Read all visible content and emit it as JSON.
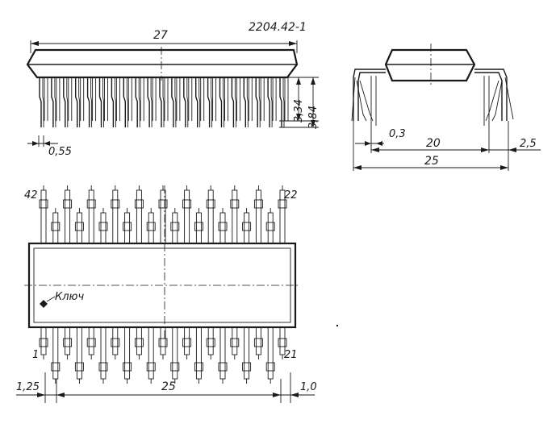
{
  "title": "2204.42-1",
  "side_view": {
    "length_label": "27",
    "lead_height_a": "3,34",
    "lead_height_b": "3,84",
    "lead_width": "0,55"
  },
  "end_view": {
    "lead_thickness": "0,3",
    "row_span_inner": "20",
    "row_span_outer": "25",
    "overhang": "2,5"
  },
  "top_view": {
    "pin_first": "1",
    "pin_last_bottom": "21",
    "pin_first_top": "22",
    "pin_last_top": "42",
    "key_label": "Ключ",
    "pitch_left": "1,25",
    "span": "25",
    "pitch_right": "1,0"
  }
}
